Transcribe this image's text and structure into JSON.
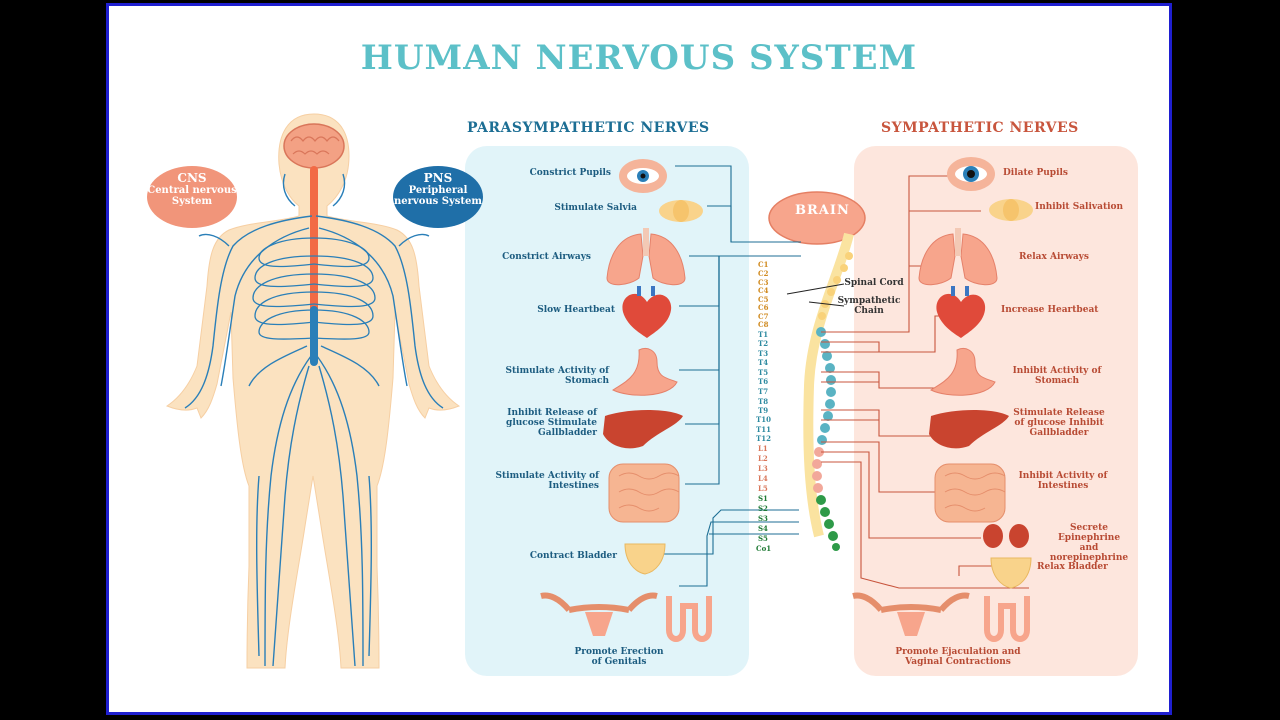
{
  "title": "HUMAN NERVOUS SYSTEM",
  "parasympathetic": {
    "title": "PARASYMPATHETIC NERVES",
    "items": [
      "Constrict Pupils",
      "Stimulate Salvia",
      "Constrict Airways",
      "Slow Heartbeat",
      "Stimulate Activity of Stomach",
      "Inhibit Release of glucose Stimulate Gallbladder",
      "Stimulate Activity of Intestines",
      "Contract Bladder",
      "Promote Erection of Genitals"
    ]
  },
  "sympathetic": {
    "title": "SYMPATHETIC NERVES",
    "items": [
      "Dilate Pupils",
      "Inhibit Salivation",
      "Relax Airways",
      "Increase Heartbeat",
      "Inhibit Activity of Stomach",
      "Stimulate Release of glucose Inhibit Gallbladder",
      "Inhibit Activity of Intestines",
      "Secrete Epinephrine and norepinephrine",
      "Relax Bladder",
      "Promote Ejaculation and Vaginal Contractions"
    ]
  },
  "cns": {
    "abbr": "CNS",
    "name": "Central nervous System"
  },
  "pns": {
    "abbr": "PNS",
    "name": "Peripheral nervous System"
  },
  "brain_label": "BRAIN",
  "spinal_cord_label": "Spinal Cord",
  "sympathetic_chain_label": "Sympathetic Chain",
  "segments": {
    "cervical": [
      "C1",
      "C2",
      "C3",
      "C4",
      "C5",
      "C6",
      "C7",
      "C8"
    ],
    "thoracic": [
      "T1",
      "T2",
      "T3",
      "T4",
      "T5",
      "T6",
      "T7",
      "T8",
      "T9",
      "T10",
      "T11",
      "T12"
    ],
    "lumbar": [
      "L1",
      "L2",
      "L3",
      "L4",
      "L5"
    ],
    "sacral": [
      "S1",
      "S2",
      "S3",
      "S4",
      "S5",
      "Co1"
    ]
  },
  "colors": {
    "title": "#5cc0c8",
    "para": "#1c6e94",
    "symp": "#c8553d",
    "para_panel": "#e1f4f9",
    "symp_panel": "#fde6dd",
    "nerve": "#2a7fb8",
    "skin": "#fbe2c0",
    "spine": "#f26a45",
    "frame": "#1f1fd0"
  }
}
